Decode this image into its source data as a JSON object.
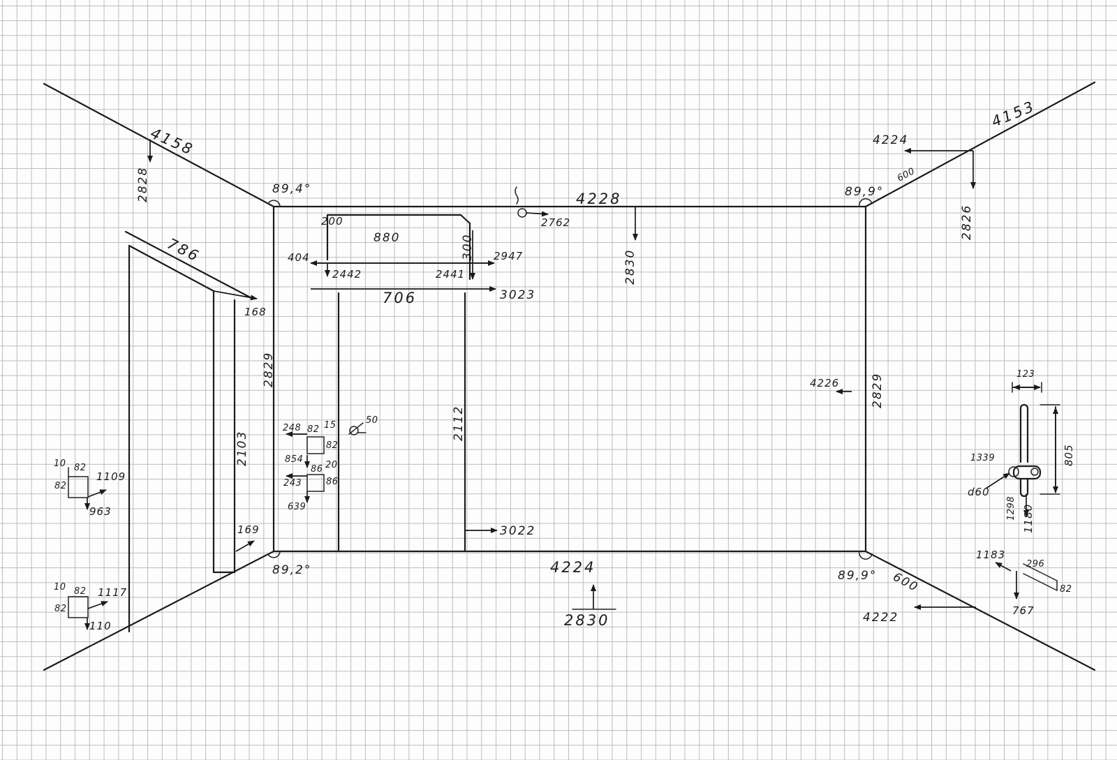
{
  "corners": {
    "top_left_angle": "89,4°",
    "top_right_angle": "89,9°",
    "bottom_left_angle": "89,2°",
    "bottom_right_angle": "89,9°"
  },
  "back_wall": {
    "top_length": "4228",
    "bottom_length": "4224",
    "left_height": "2829",
    "right_height": "2829",
    "center_height": "2830",
    "ceiling_point": "2762",
    "floor_height": "2830"
  },
  "window": {
    "top_left_offset": "200",
    "top_width": "880",
    "depth": "300",
    "left_offset": "404",
    "right_distance": "2947",
    "left_mark": "2442",
    "right_mark": "2441",
    "opening_width": "706",
    "opening_right": "3023",
    "height": "2112",
    "bottom_right": "3022"
  },
  "sockets": {
    "pipe_diameter": "50",
    "upper_x": "248",
    "upper_w": "82",
    "upper_a": "15",
    "upper_h": "82",
    "upper_y": "854",
    "lower_x": "243",
    "lower_w": "86",
    "lower_a": "20",
    "lower_h": "86",
    "lower_y": "639"
  },
  "left_wall": {
    "top_diagonal": "4158",
    "height_marker": "2828",
    "door_width": "786",
    "door_offset": "168",
    "door_height": "2103",
    "door_bottom": "169",
    "socket1_a": "10",
    "socket1_b": "82",
    "socket1_h": "82",
    "socket1_x": "1109",
    "socket1_y": "963",
    "socket2_a": "10",
    "socket2_b": "82",
    "socket2_h": "82",
    "socket2_x": "1117",
    "socket2_y": "110"
  },
  "right_wall": {
    "top_diagonal": "4153",
    "top_length": "4224",
    "top_offset": "600",
    "height_marker": "2826",
    "mid_length": "4226",
    "bottom_offset": "600",
    "bottom_length": "4222",
    "rail_width": "123",
    "rail_height": "805",
    "rail_x": "1339",
    "pipe_diameter": "d60",
    "pipe_a": "1298",
    "pipe_b": "1180",
    "socket_x": "1183",
    "socket_w": "296",
    "socket_h": "82",
    "socket_y": "767"
  }
}
